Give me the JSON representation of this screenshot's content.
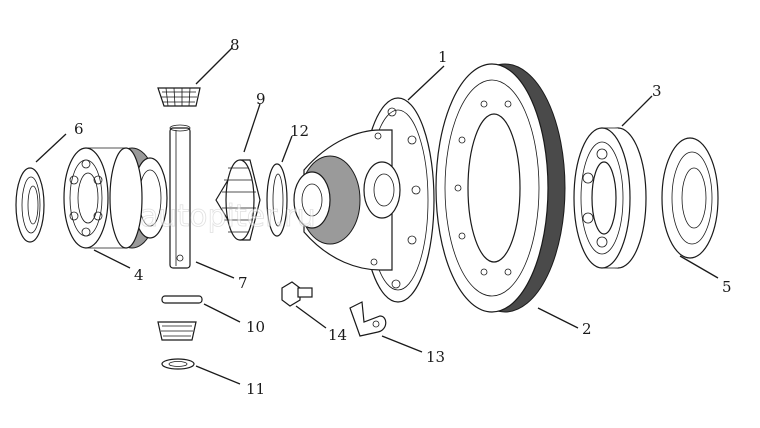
{
  "watermark": "autopiter.ru",
  "callouts": [
    {
      "id": "1",
      "label": "1"
    },
    {
      "id": "2",
      "label": "2"
    },
    {
      "id": "3",
      "label": "3"
    },
    {
      "id": "4",
      "label": "4"
    },
    {
      "id": "5",
      "label": "5"
    },
    {
      "id": "6",
      "label": "6"
    },
    {
      "id": "7",
      "label": "7"
    },
    {
      "id": "8",
      "label": "8"
    },
    {
      "id": "9",
      "label": "9"
    },
    {
      "id": "10",
      "label": "10"
    },
    {
      "id": "11",
      "label": "11"
    },
    {
      "id": "12",
      "label": "12"
    },
    {
      "id": "13",
      "label": "13"
    },
    {
      "id": "14",
      "label": "14"
    }
  ]
}
